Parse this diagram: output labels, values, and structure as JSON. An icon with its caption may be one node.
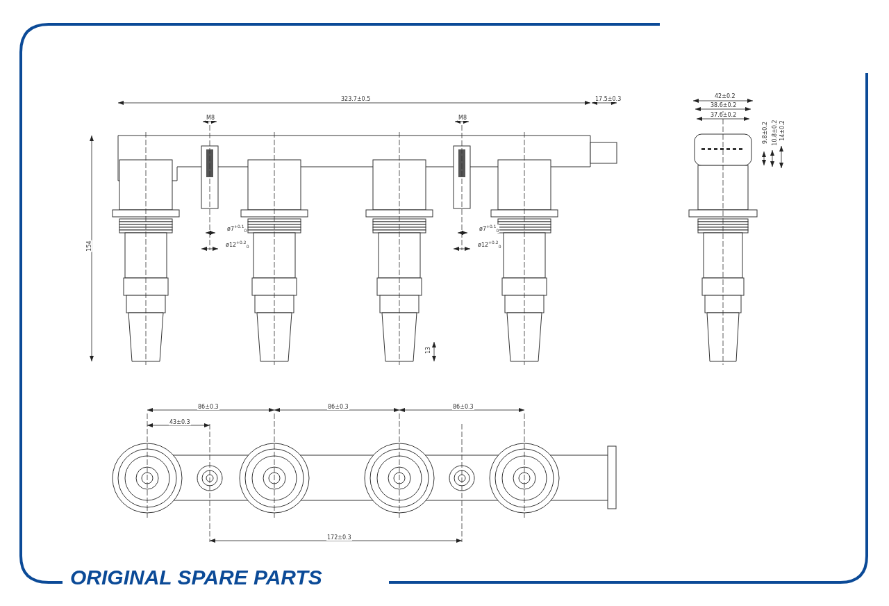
{
  "diagram": {
    "labels": [
      "323.7±0.5",
      "17.5±0.3",
      "M8",
      "M8",
      "154",
      "ø7$^{+0.1}$$_{0}$",
      "ø12$^{+0.2}$$_{0}$",
      "ø7$^{+0.1}$$_{0}$",
      "ø12$^{+0.2}$$_{0}$",
      "13",
      "42±0.2",
      "38.6±0.2",
      "37.6±0.2",
      "9.8±0.2",
      "10.8±0.2",
      "14±0.2",
      "86±0.3",
      "86±0.3",
      "86±0.3",
      "43±0.3",
      "172±0.3",
      "ORIGINAL SPARE PARTS"
    ]
  }
}
